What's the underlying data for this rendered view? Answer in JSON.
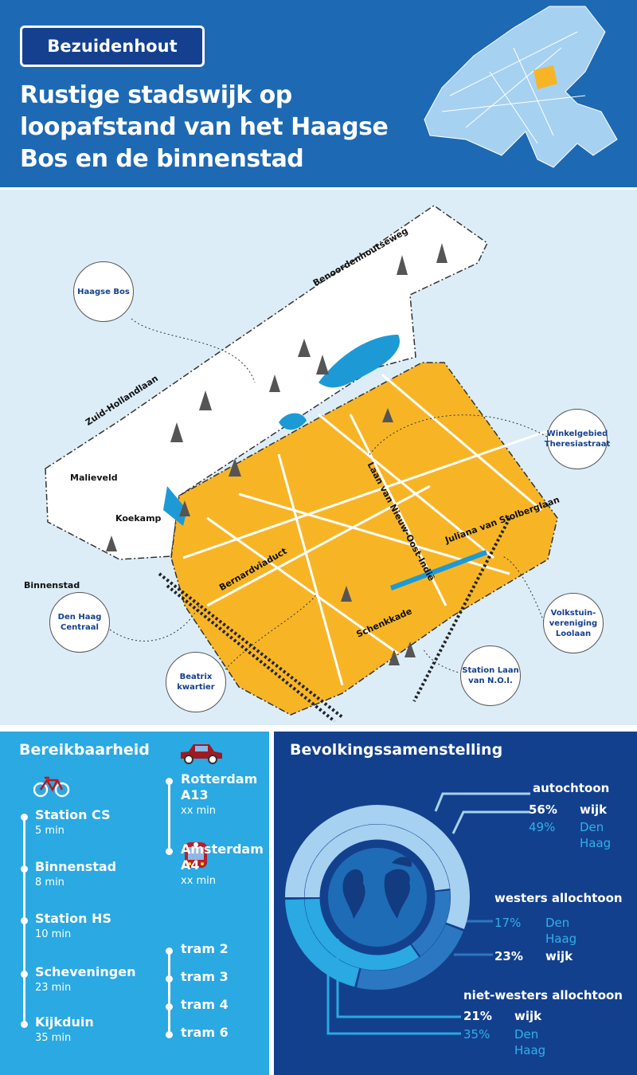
{
  "header": {
    "badge": "Bezuidenhout",
    "title": "Rustige stadswijk op loopafstand van het Haagse Bos en de binnenstad"
  },
  "map": {
    "streets": [
      "Benoordenhoutseweg",
      "Zuid-Hollandlaan",
      "Malieveld",
      "Koekamp",
      "Binnenstad",
      "Bernardviaduct",
      "Laan van Nieuw-Oost-Indië",
      "Juliana van Stolberglaan",
      "Schenkkade"
    ],
    "callouts": [
      "Haagse Bos",
      "Winkelgebied Theresiastraat",
      "Volkstuin-vereniging Loolaan",
      "Station Laan van N.O.I.",
      "Beatrix kwartier",
      "Den Haag Centraal"
    ],
    "colors": {
      "district": "#f7b526",
      "green": "#ffffff",
      "water": "#1d9ad6",
      "bg": "#dcedf8"
    }
  },
  "reach": {
    "title": "Bereikbaarheid",
    "bike_icon": "bicycle-icon",
    "car_icon": "car-icon",
    "tram_icon": "tram-icon",
    "bike": [
      {
        "name": "Station CS",
        "time": "5 min"
      },
      {
        "name": "Binnenstad",
        "time": "8 min"
      },
      {
        "name": "Station HS",
        "time": "10 min"
      },
      {
        "name": "Scheveningen",
        "time": "23 min"
      },
      {
        "name": "Kijkduin",
        "time": "35 min"
      }
    ],
    "car": [
      {
        "name": "Rotterdam",
        "road": "A13",
        "time": "xx min"
      },
      {
        "name": "Amsterdam",
        "road": "A4",
        "time": "xx min"
      }
    ],
    "tram": [
      "tram 2",
      "tram 3",
      "tram 4",
      "tram 6"
    ]
  },
  "population": {
    "title": "Bevolkingssamenstelling",
    "groups": [
      {
        "label": "autochtoon",
        "wijk": "56%",
        "denhaag": "49%"
      },
      {
        "label": "westers allochtoon",
        "wijk": "23%",
        "denhaag": "17%"
      },
      {
        "label": "niet-westers allochtoon",
        "wijk": "21%",
        "denhaag": "35%"
      }
    ],
    "wijk_label": "wijk",
    "dh_label": "Den Haag"
  },
  "chart_data": {
    "type": "pie",
    "title": "Bevolkingssamenstelling",
    "categories": [
      "autochtoon",
      "westers allochtoon",
      "niet-westers allochtoon"
    ],
    "series": [
      {
        "name": "wijk",
        "values": [
          56,
          23,
          21
        ]
      },
      {
        "name": "Den Haag",
        "values": [
          49,
          17,
          35
        ]
      }
    ],
    "colors": [
      "#a6d1f1",
      "#2b77c2",
      "#2aa9e2"
    ]
  }
}
